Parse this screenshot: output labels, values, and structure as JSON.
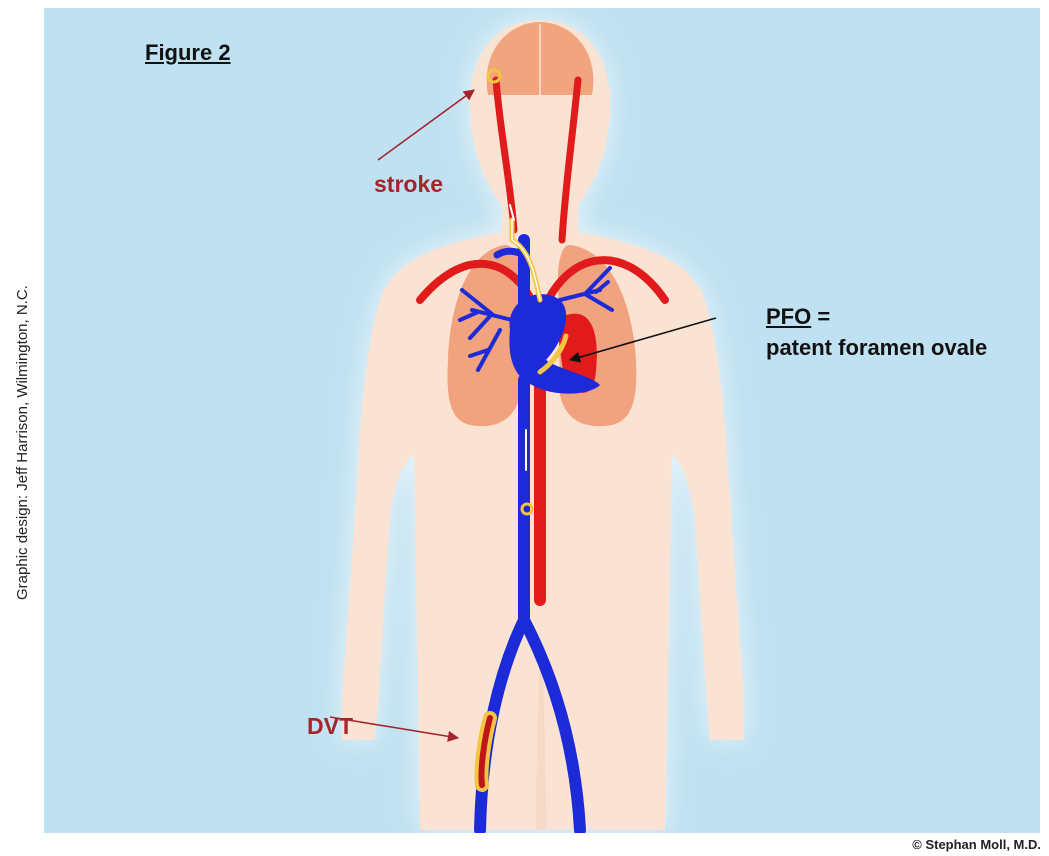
{
  "figure": {
    "title": "Figure 2",
    "labels": {
      "stroke": "stroke",
      "dvt": "DVT",
      "pfo_abbr": "PFO",
      "pfo_equals": " =",
      "pfo_full": "patent foramen ovale"
    },
    "credits": {
      "graphic_design": "Graphic design: Jeff Harrison, Wilmington, N.C.",
      "copyright": "© Stephan Moll, M.D."
    }
  },
  "colors": {
    "background": "#bfe1f1",
    "body": "#fbe3d3",
    "lung": "#f1a27f",
    "vein": "#1d2ad8",
    "artery": "#e11b1b",
    "clot": "#f4c542",
    "label_red": "#a5252d"
  }
}
